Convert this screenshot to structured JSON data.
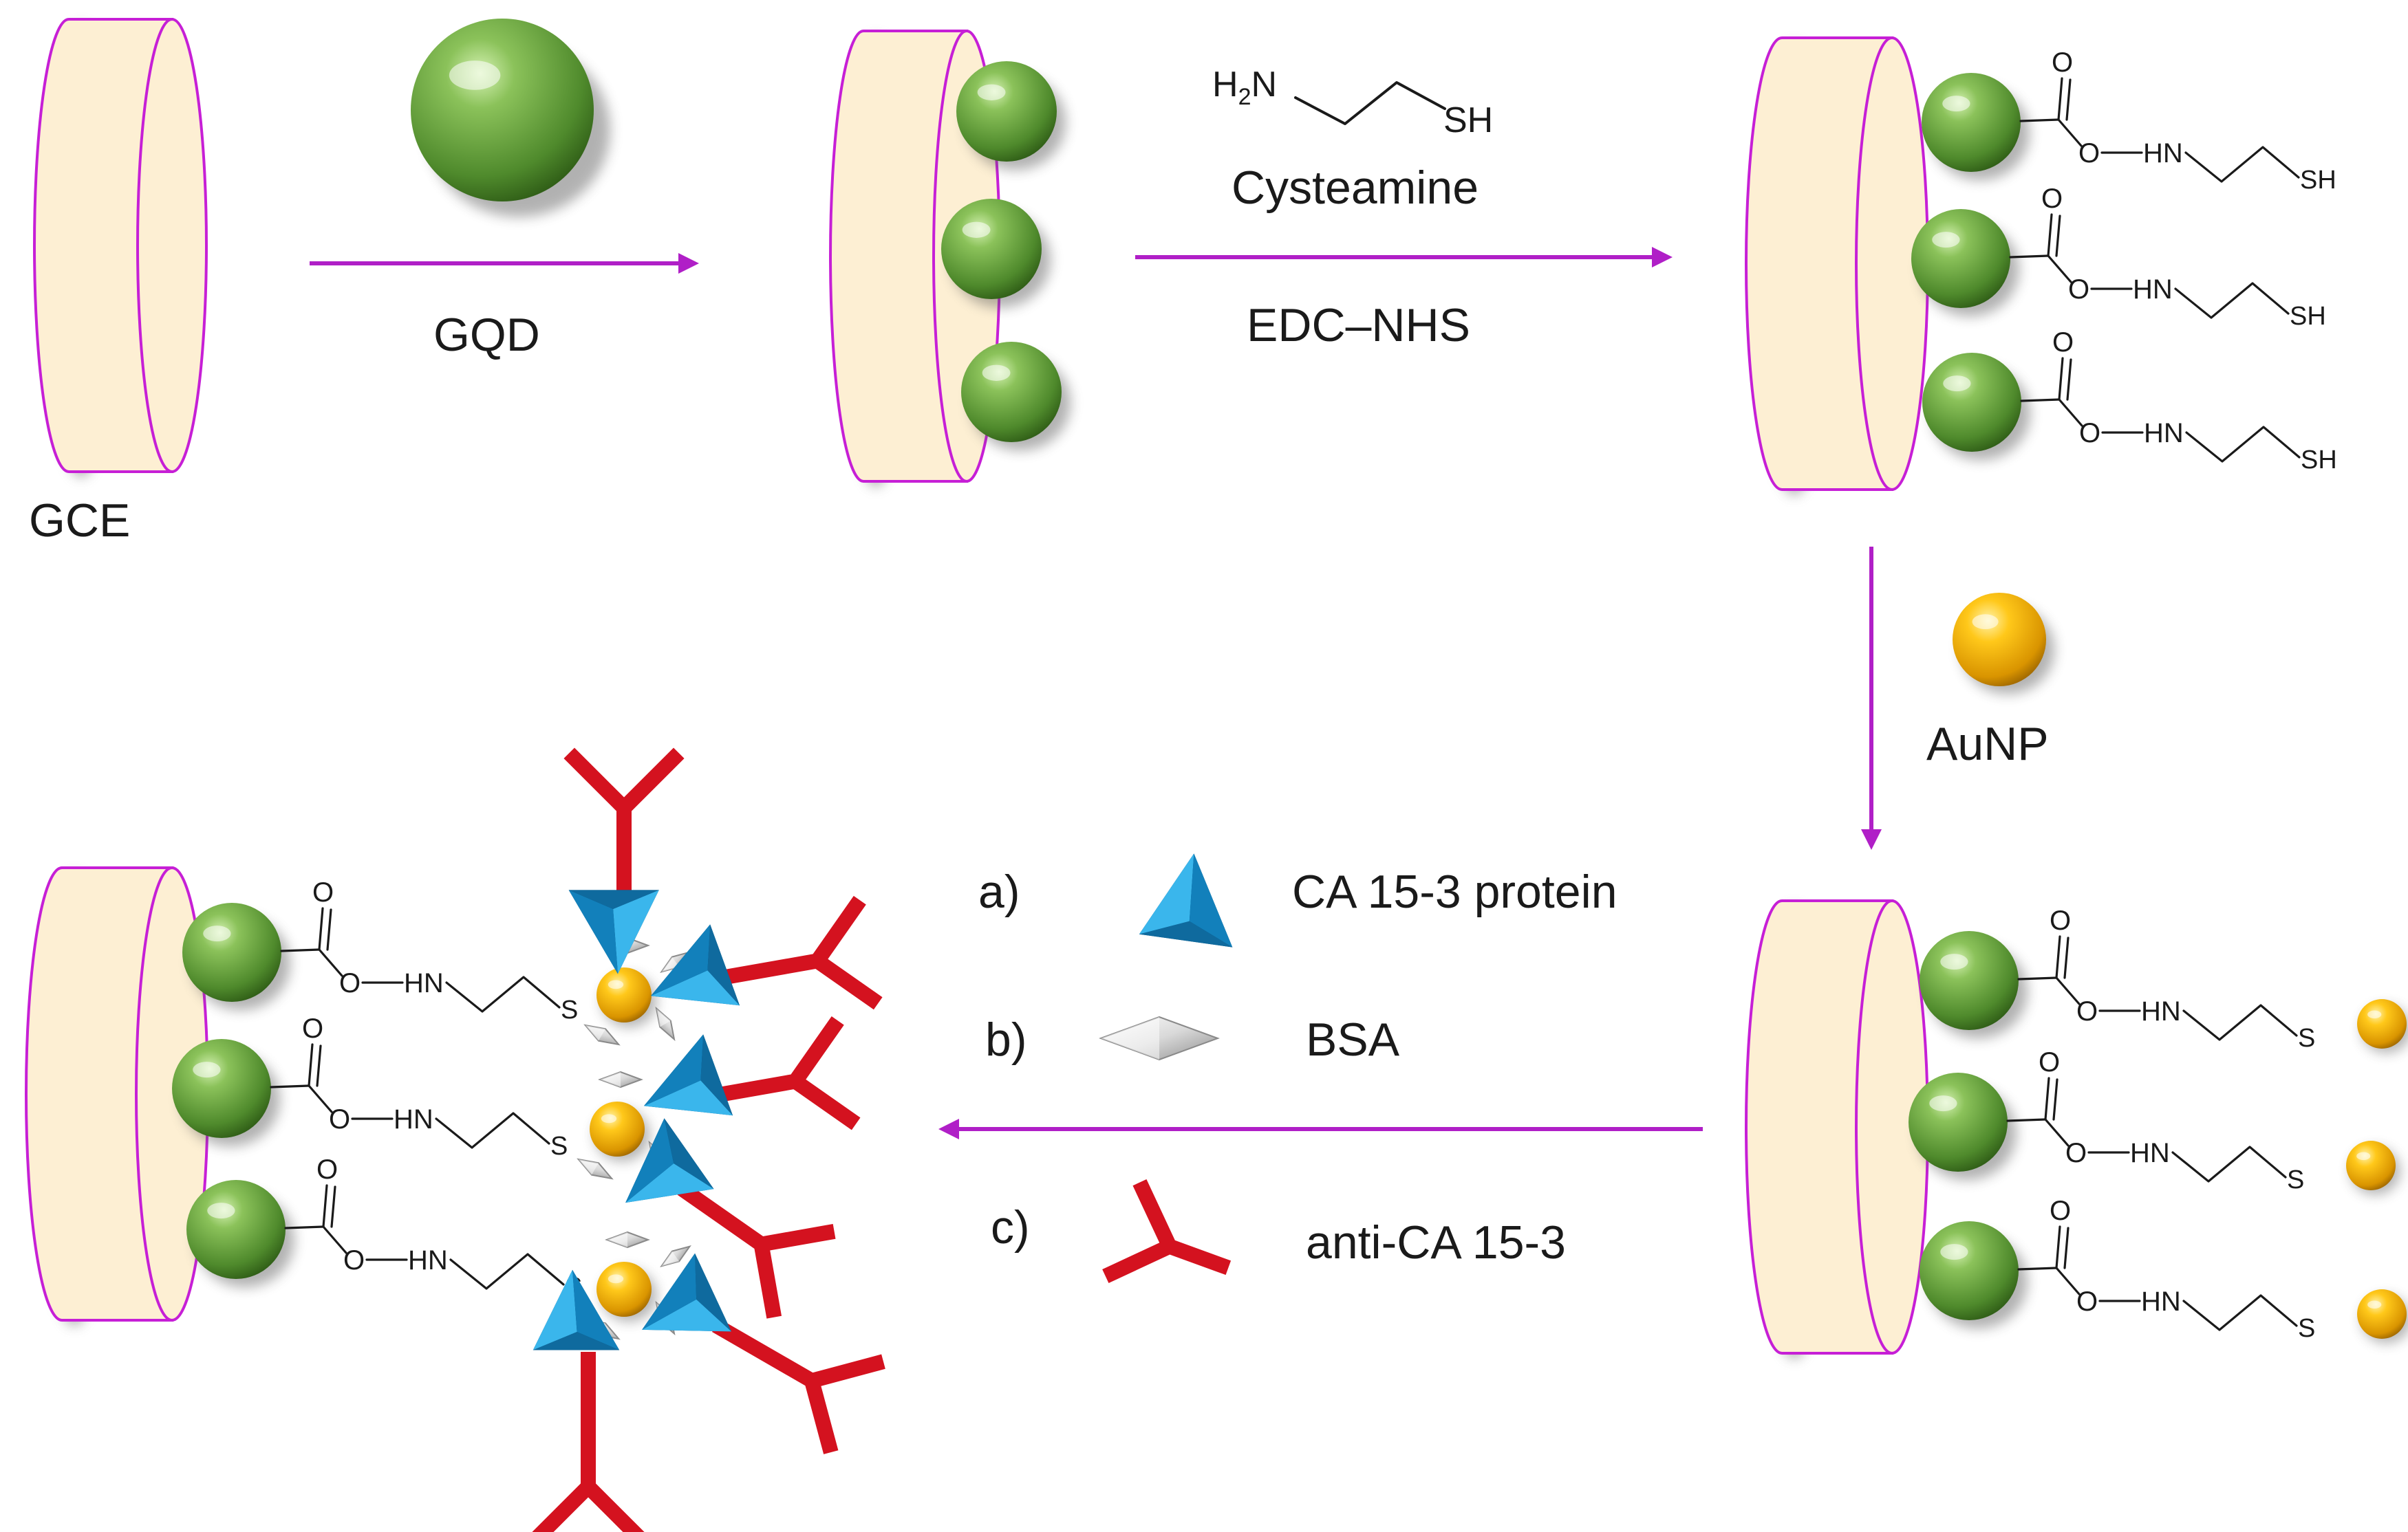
{
  "labels": {
    "gce": "GCE",
    "gqd": "GQD",
    "cysteamine": "Cysteamine",
    "edc_nhs": "EDC–NHS",
    "aunp": "AuNP"
  },
  "cysteamine_structure": {
    "h2n_h": "H",
    "h2n_sub": "2",
    "h2n_n": "N",
    "sh": "SH"
  },
  "chain_atoms": {
    "carbonyl_o": "O",
    "ester_o": "O",
    "hn": "HN",
    "sh": "SH",
    "s": "S"
  },
  "legend": {
    "items": [
      {
        "letter": "a)",
        "label": "CA 15-3 protein",
        "icon": "blue-pyramid-icon"
      },
      {
        "letter": "b)",
        "label": "BSA",
        "icon": "grey-diamond-icon"
      },
      {
        "letter": "c)",
        "label": "anti-CA 15-3",
        "icon": "red-y-antibody-icon"
      }
    ]
  },
  "colors": {
    "electrode_face": "#fdefd3",
    "electrode_rim": "#c61fd6",
    "gqd_sphere": "#5f9a3b",
    "aunp_sphere": "#f0b400",
    "protein": "#1ea0dc",
    "antibody": "#d4121f",
    "bsa": "#d0d0d0",
    "arrow": "#b01fc7"
  }
}
